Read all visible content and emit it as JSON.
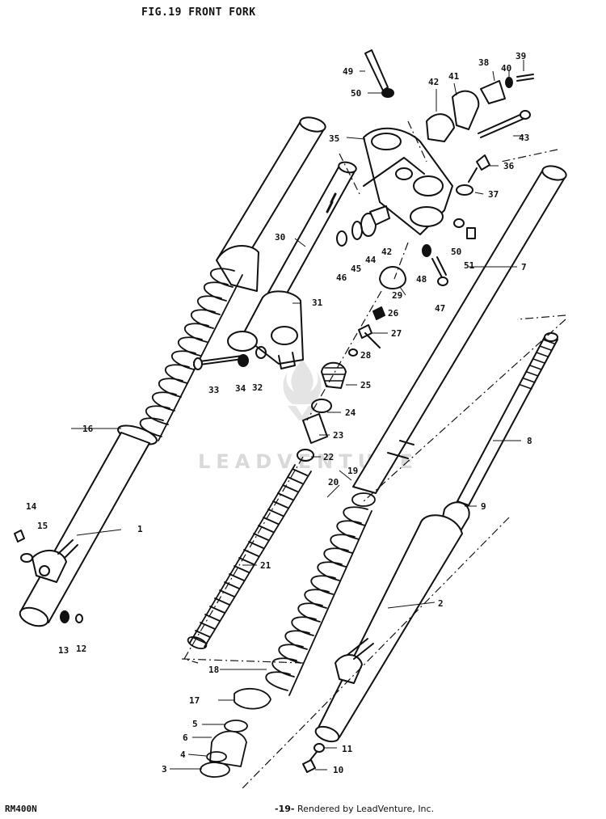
{
  "header": {
    "title": "FIG.19  FRONT FORK"
  },
  "footer": {
    "model": "RM400N",
    "page_number": "-19-",
    "credit": "Rendered by LeadVenture, Inc."
  },
  "watermark": {
    "text": "LEADVENTURE"
  },
  "callouts": [
    "1",
    "2",
    "3",
    "4",
    "5",
    "6",
    "7",
    "8",
    "9",
    "10",
    "11",
    "12",
    "13",
    "14",
    "15",
    "16",
    "17",
    "18",
    "19",
    "20",
    "21",
    "22",
    "23",
    "24",
    "25",
    "26",
    "27",
    "28",
    "29",
    "30",
    "31",
    "32",
    "33",
    "34",
    "35",
    "36",
    "37",
    "38",
    "39",
    "40",
    "41",
    "42",
    "42",
    "43",
    "44",
    "45",
    "46",
    "47",
    "48",
    "49",
    "50",
    "50",
    "51"
  ]
}
